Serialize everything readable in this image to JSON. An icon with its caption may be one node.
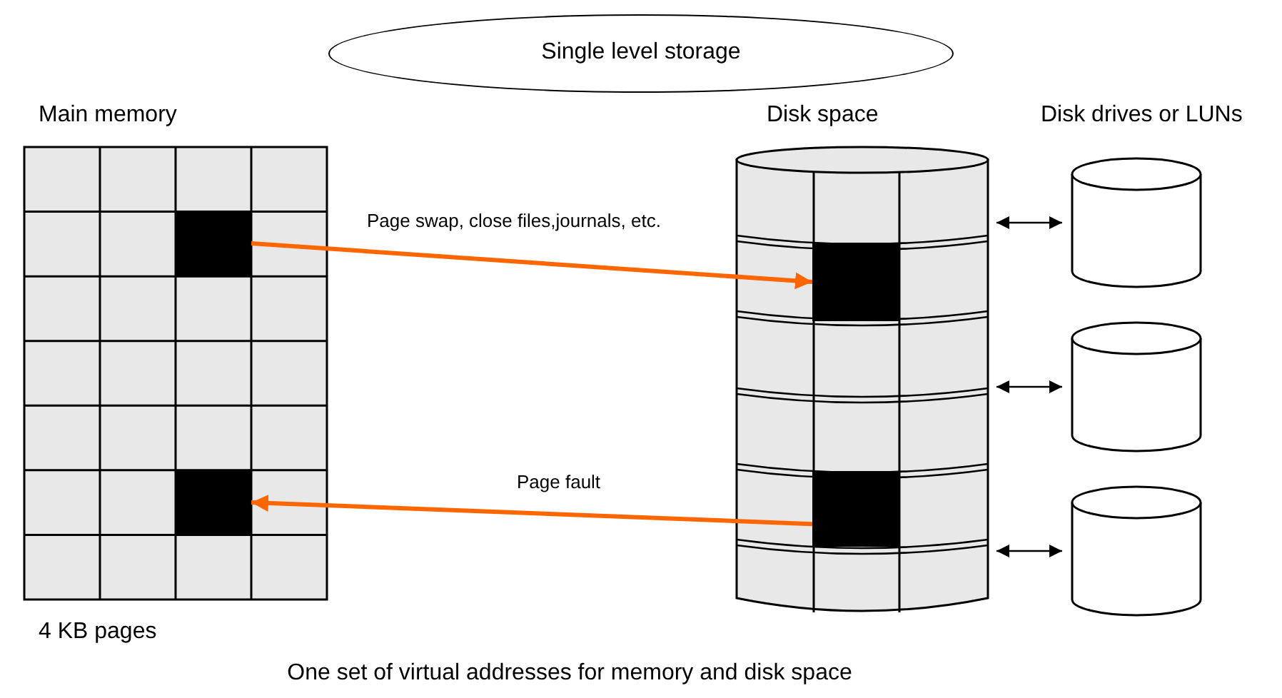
{
  "diagram": {
    "caption": "One set of virtual addresses for memory and disk space",
    "nodes": [
      {
        "text": [
          "Single level storage"
        ]
      },
      {
        "text": [
          "Main memory"
        ],
        "beside": [
          "4 KB pages"
        ]
      },
      {
        "text": [],
        "shape": "box",
        "in": 1
      },
      {
        "text": [],
        "shape": "box",
        "in": 1
      },
      {
        "text": [
          "Disk space"
        ]
      },
      {
        "text": [],
        "shape": "box",
        "in": 4
      },
      {
        "text": [],
        "shape": "box",
        "in": 4
      },
      {
        "text": [],
        "shape": "cylinder"
      },
      {
        "text": [],
        "shape": "cylinder"
      },
      {
        "text": [],
        "shape": "cylinder"
      }
    ],
    "edges": [
      {
        "from": 2,
        "to": 5,
        "arrow": "to",
        "label": "Page swap, close files,journals, etc.",
        "style": "thick",
        "color": "#ff6600"
      },
      {
        "from": 6,
        "to": 3,
        "arrow": "to",
        "label": "Page fault",
        "style": "thick",
        "color": "#ff6600"
      },
      {
        "from": 4,
        "to": 7,
        "arrow": "both"
      },
      {
        "from": 4,
        "to": 8,
        "arrow": "both"
      },
      {
        "from": 4,
        "to": 9,
        "arrow": "both"
      }
    ],
    "labels": [
      "Disk drives or LUNs"
    ]
  }
}
